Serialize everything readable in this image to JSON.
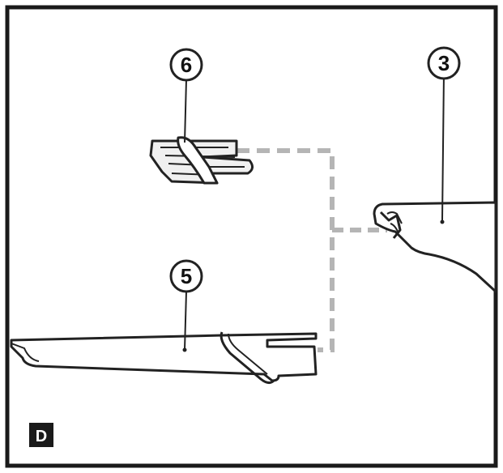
{
  "callouts": {
    "part_6": "6",
    "part_3": "3",
    "part_5": "5"
  },
  "step_label": "D",
  "colors": {
    "frame": "#1a1a1a",
    "outline": "#222222",
    "part_fill": "#ffffff",
    "clip_fill": "#f0f0f0",
    "dashed_leader": "#b5b5b5",
    "step_badge": "#1a1a1a"
  },
  "icons": {
    "part_6": "clip-icon",
    "part_3": "mount-bracket-icon",
    "part_5": "rail-icon"
  }
}
